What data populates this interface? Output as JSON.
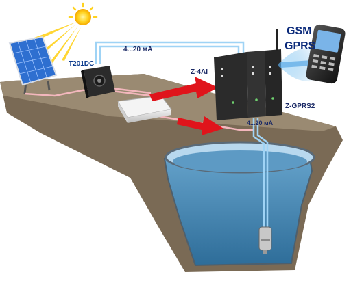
{
  "labels": {
    "device_t201dc": "T201DC",
    "current_loop_top": "4...20 мА",
    "module_z4ai": "Z-4AI",
    "module_zgprs2": "Z-GPRS2",
    "current_loop_well": "4...20 мА",
    "wireless_gsm": "GSM",
    "wireless_gprs": "GPRS"
  },
  "colors": {
    "sky_blue": "#9fd3f5",
    "soil": "#7a6a55",
    "ground_top": "#8b7b63",
    "water": "#3a7aa8",
    "arrow_red": "#e0141b",
    "wire_pink": "#f3b7bd",
    "wire_blue": "#9fd3f5",
    "sun": "#ffd21f",
    "module_body": "#2b2b2b"
  },
  "icons": {
    "sun": "sun-icon",
    "solar_panel": "solar-panel-icon",
    "phone": "smartphone-icon",
    "pump": "submersible-sensor-icon"
  }
}
